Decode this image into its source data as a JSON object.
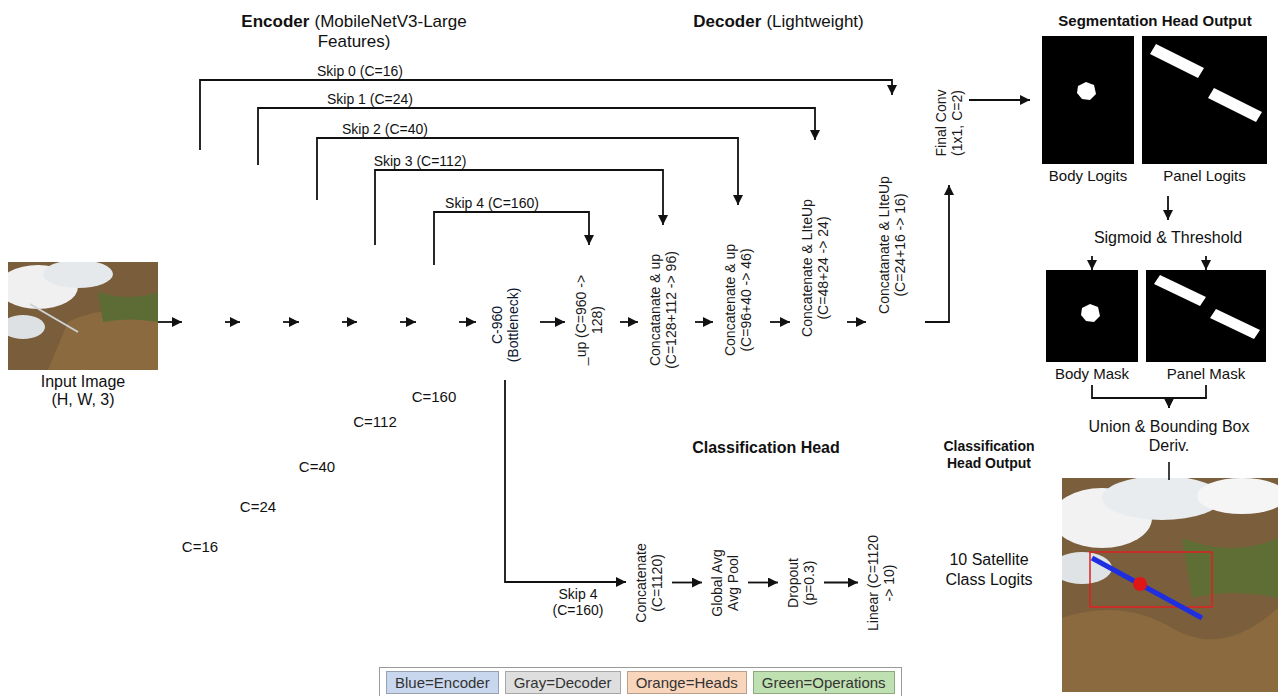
{
  "diagram": {
    "nodes": [
      {
        "text": [
          "Input Image (H, W, 3)"
        ]
      },
      {
        "text": [
          "Encoder",
          "(MobileNetV3-Large Features)"
        ]
      },
      {
        "text": [
          "C=16"
        ],
        "in": 1
      },
      {
        "text": [
          "C=24"
        ],
        "in": 1
      },
      {
        "text": [
          "C=40"
        ],
        "in": 1
      },
      {
        "text": [
          "C=112"
        ],
        "in": 1
      },
      {
        "text": [
          "C=160"
        ],
        "in": 1
      },
      {
        "text": [
          "C-960 (Bottleneck)"
        ],
        "in": 1
      },
      {
        "text": [
          "Decoder",
          "(Lightweight)"
        ]
      },
      {
        "text": [
          "_up (C=960 -> 128)"
        ],
        "in": 8
      },
      {
        "text": [
          "Concatanate & up (C=128+112 -> 96)"
        ],
        "in": 8
      },
      {
        "text": [
          "Concatenate & up (C=96+40 -> 46)"
        ],
        "in": 8
      },
      {
        "text": [
          "Concatenate & LIteUp (C=48+24 -> 24)"
        ],
        "in": 8
      },
      {
        "text": [
          "Concatanate & LIteUp (C=24+16 -> 16)"
        ],
        "in": 8
      },
      {
        "text": [
          "Final Conv (1x1, C=2)"
        ],
        "in": 8
      },
      {
        "text": [
          "Segmentation Head Output"
        ]
      },
      {
        "text": [
          "Body Logits"
        ],
        "in": 15
      },
      {
        "text": [
          "Panel Logits"
        ],
        "in": 15
      },
      {
        "text": [
          "Sigmoid & Threshold"
        ]
      },
      {
        "text": [
          "Body Mask"
        ]
      },
      {
        "text": [
          "Panel Mask"
        ]
      },
      {
        "text": [
          "Union & Bounding Box Deriv."
        ]
      },
      {
        "text": [
          "Classification Head"
        ]
      },
      {
        "text": [
          "Concatenate (C=1120)"
        ],
        "in": 22
      },
      {
        "text": [
          "Global Avg Avg Pool"
        ],
        "in": 22
      },
      {
        "text": [
          "Dropout (p=0.3)"
        ],
        "in": 22
      },
      {
        "text": [
          "Linear (C=1120 -> 10)"
        ],
        "in": 22
      },
      {
        "text": [
          "Classification Head Output",
          "10 Satellite Class Logits"
        ]
      }
    ],
    "edges": [
      {
        "from": 0,
        "to": 2,
        "arrow": "to"
      },
      {
        "from": 2,
        "to": 3,
        "arrow": "to"
      },
      {
        "from": 3,
        "to": 4,
        "arrow": "to"
      },
      {
        "from": 4,
        "to": 5,
        "arrow": "to"
      },
      {
        "from": 5,
        "to": 6,
        "arrow": "to"
      },
      {
        "from": 6,
        "to": 7,
        "arrow": "to"
      },
      {
        "from": 7,
        "to": 9,
        "arrow": "to"
      },
      {
        "from": 9,
        "to": 10,
        "arrow": "to"
      },
      {
        "from": 10,
        "to": 11,
        "arrow": "to"
      },
      {
        "from": 11,
        "to": 12,
        "arrow": "to"
      },
      {
        "from": 12,
        "to": 13,
        "arrow": "to"
      },
      {
        "from": 13,
        "to": 14,
        "arrow": "to"
      },
      {
        "from": 14,
        "to": 15,
        "arrow": "to"
      },
      {
        "from": 2,
        "to": 13,
        "label": "Skip 0 (C=16)",
        "arrow": "to"
      },
      {
        "from": 3,
        "to": 12,
        "label": "Skip 1 (C=24)",
        "arrow": "to"
      },
      {
        "from": 4,
        "to": 11,
        "label": "Skip 2 (C=40)",
        "arrow": "to"
      },
      {
        "from": 5,
        "to": 10,
        "label": "Skip 3 (C=112)",
        "arrow": "to"
      },
      {
        "from": 6,
        "to": 9,
        "label": "Skip 4 (C=160)",
        "arrow": "to"
      },
      {
        "from": 7,
        "to": 23,
        "label": "Skip 4 (C=160)",
        "arrow": "to"
      },
      {
        "from": 23,
        "to": 24,
        "arrow": "to"
      },
      {
        "from": 24,
        "to": 25,
        "arrow": "to"
      },
      {
        "from": 25,
        "to": 26,
        "arrow": "to"
      },
      {
        "from": 15,
        "to": 18,
        "arrow": "to"
      },
      {
        "from": 18,
        "to": 19,
        "arrow": "to"
      },
      {
        "from": 18,
        "to": 20,
        "arrow": "to"
      },
      {
        "from": 19,
        "to": 21,
        "arrow": "to"
      },
      {
        "from": 20,
        "to": 21,
        "arrow": "to"
      }
    ],
    "legend": [
      {
        "text": "Blue=Encoder",
        "color": "#c9d7ee"
      },
      {
        "text": "Gray=Decoder",
        "color": "#dedede"
      },
      {
        "text": "Orange=Heads",
        "color": "#f9d5bc"
      },
      {
        "text": "Green=Operations",
        "color": "#bfe0b0"
      }
    ]
  }
}
